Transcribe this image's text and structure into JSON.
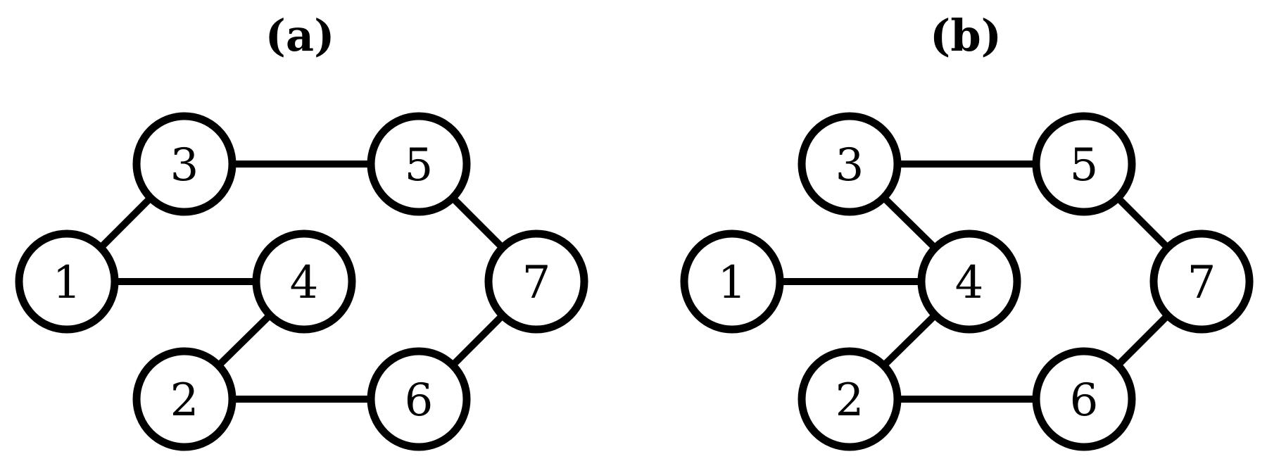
{
  "panels": [
    {
      "title": "(a)",
      "nodes": [
        "1",
        "2",
        "3",
        "4",
        "5",
        "6",
        "7"
      ],
      "edges": [
        [
          "1",
          "3"
        ],
        [
          "1",
          "4"
        ],
        [
          "2",
          "4"
        ],
        [
          "2",
          "6"
        ],
        [
          "3",
          "5"
        ],
        [
          "5",
          "7"
        ],
        [
          "6",
          "7"
        ]
      ]
    },
    {
      "title": "(b)",
      "nodes": [
        "1",
        "2",
        "3",
        "4",
        "5",
        "6",
        "7"
      ],
      "edges": [
        [
          "1",
          "4"
        ],
        [
          "3",
          "4"
        ],
        [
          "2",
          "4"
        ],
        [
          "2",
          "6"
        ],
        [
          "3",
          "5"
        ],
        [
          "5",
          "7"
        ],
        [
          "6",
          "7"
        ]
      ]
    }
  ],
  "colors": {
    "stroke": "#000000",
    "fill": "#ffffff",
    "background": "#ffffff"
  }
}
